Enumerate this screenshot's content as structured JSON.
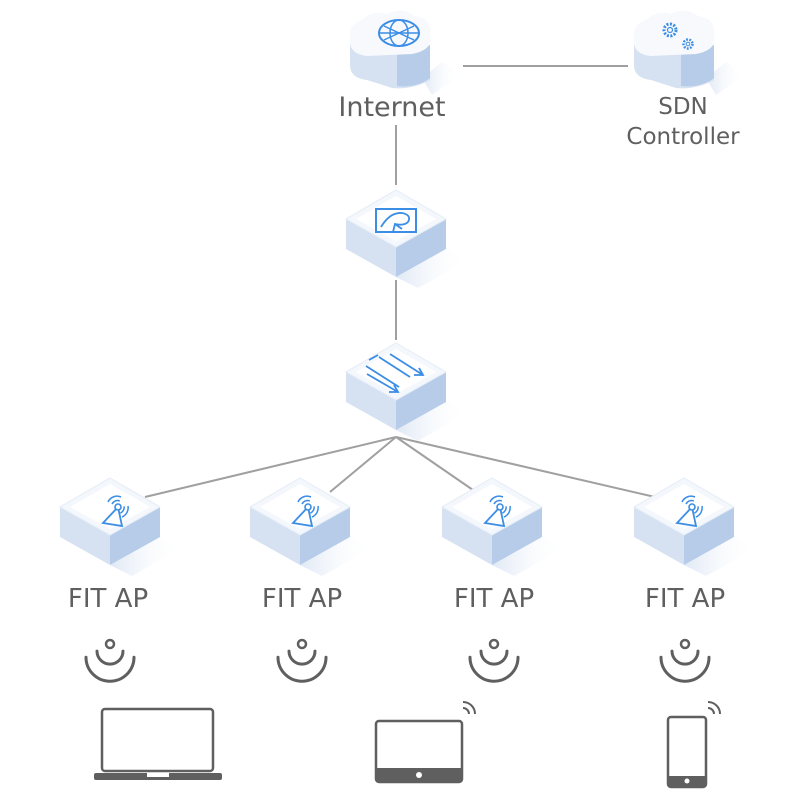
{
  "colors": {
    "line": "#a0a0a0",
    "icon_blue": "#3b8de6",
    "box_top": "#f4f8fd",
    "box_left": "#d6e2f2",
    "box_right": "#b7cce8",
    "device_gray": "#5f5f5f",
    "text": "#5f5f5f"
  },
  "nodes": {
    "internet": {
      "label": "Internet",
      "icon": "globe-icon"
    },
    "sdn": {
      "label_line1": "SDN",
      "label_line2": "Controller",
      "icon": "gears-icon"
    },
    "router": {
      "icon": "router-icon"
    },
    "switch": {
      "icon": "switch-arrows-icon"
    },
    "aps": [
      {
        "label": "FIT AP",
        "icon": "antenna-icon"
      },
      {
        "label": "FIT AP",
        "icon": "antenna-icon"
      },
      {
        "label": "FIT AP",
        "icon": "antenna-icon"
      },
      {
        "label": "FIT AP",
        "icon": "antenna-icon"
      }
    ]
  },
  "devices": [
    {
      "type": "laptop",
      "icon": "laptop-icon"
    },
    {
      "type": "tablet",
      "icon": "tablet-icon"
    },
    {
      "type": "phone",
      "icon": "phone-icon"
    }
  ]
}
